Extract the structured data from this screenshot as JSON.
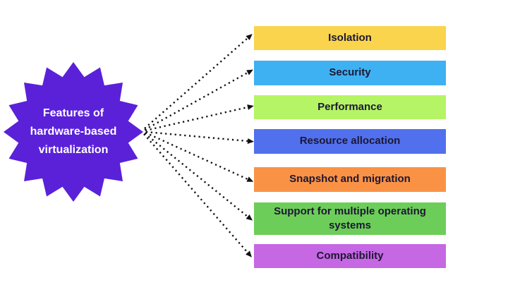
{
  "diagram": {
    "background": "#FFFFFF",
    "center": {
      "label": "Features of\nhardware-based\nvirtualization",
      "shape": "starburst",
      "fill": "#5A21D9",
      "text_color": "#FFFFFF"
    },
    "connector": {
      "style": "dotted-arrow",
      "color": "#111111"
    },
    "feature_text_color": "#1C1733",
    "features": [
      {
        "label": "Isolation",
        "fill": "#F9D44C"
      },
      {
        "label": "Security",
        "fill": "#3DB1F2"
      },
      {
        "label": "Performance",
        "fill": "#B5F464"
      },
      {
        "label": "Resource allocation",
        "fill": "#5170EE"
      },
      {
        "label": "Snapshot and migration",
        "fill": "#FA9245"
      },
      {
        "label": "Support for multiple operating systems",
        "fill": "#6CCE58"
      },
      {
        "label": "Compatibility",
        "fill": "#C667E4"
      }
    ]
  }
}
